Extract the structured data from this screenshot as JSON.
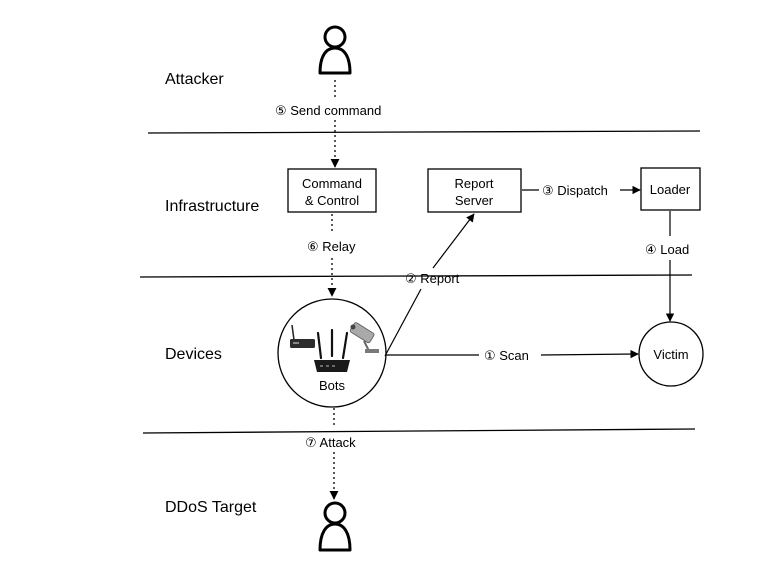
{
  "layers": {
    "attacker": "Attacker",
    "infrastructure": "Infrastructure",
    "devices": "Devices",
    "ddos_target": "DDoS Target"
  },
  "nodes": {
    "cnc_line1": "Command",
    "cnc_line2": "& Control",
    "report_line1": "Report",
    "report_line2": "Server",
    "loader": "Loader",
    "victim": "Victim",
    "bots": "Bots"
  },
  "steps": {
    "scan": "① Scan",
    "report": "② Report",
    "dispatch": "③ Dispatch",
    "load": "④ Load",
    "send_command": "⑤ Send command",
    "relay": "⑥ Relay",
    "attack": "⑦ Attack"
  },
  "icons": {
    "attacker": "person-icon",
    "target": "person-icon",
    "devices": [
      "router-icon",
      "dvr-icon",
      "camera-icon"
    ]
  }
}
